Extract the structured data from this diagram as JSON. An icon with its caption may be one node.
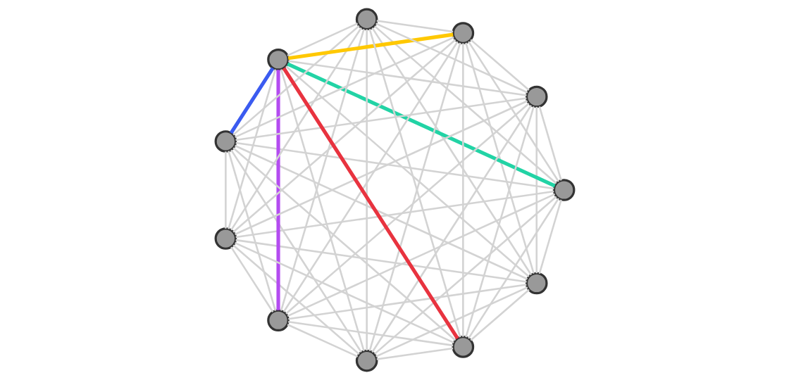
{
  "diagram": {
    "nodes": [
      {
        "text": [],
        "shape": "circle"
      },
      {
        "text": [],
        "shape": "circle"
      },
      {
        "text": [],
        "shape": "circle"
      },
      {
        "text": [],
        "shape": "circle"
      },
      {
        "text": [],
        "shape": "circle"
      },
      {
        "text": [],
        "shape": "circle"
      },
      {
        "text": [],
        "shape": "circle"
      },
      {
        "text": [],
        "shape": "circle"
      },
      {
        "text": [],
        "shape": "circle"
      },
      {
        "text": [],
        "shape": "circle"
      },
      {
        "text": [],
        "shape": "circle"
      }
    ],
    "edges": [
      {
        "from": 0,
        "to": 1,
        "arrow": "none"
      },
      {
        "from": 0,
        "to": 2,
        "arrow": "none"
      },
      {
        "from": 0,
        "to": 3,
        "arrow": "none"
      },
      {
        "from": 0,
        "to": 4,
        "arrow": "none"
      },
      {
        "from": 0,
        "to": 5,
        "arrow": "none"
      },
      {
        "from": 0,
        "to": 6,
        "arrow": "none"
      },
      {
        "from": 0,
        "to": 7,
        "arrow": "none"
      },
      {
        "from": 0,
        "to": 8,
        "arrow": "none"
      },
      {
        "from": 0,
        "to": 9,
        "arrow": "none"
      },
      {
        "from": 0,
        "to": 10,
        "arrow": "none"
      },
      {
        "from": 1,
        "to": 2,
        "arrow": "none"
      },
      {
        "from": 1,
        "to": 3,
        "arrow": "none"
      },
      {
        "from": 1,
        "to": 4,
        "arrow": "none"
      },
      {
        "from": 1,
        "to": 5,
        "arrow": "none"
      },
      {
        "from": 1,
        "to": 6,
        "arrow": "none",
        "style": "thick",
        "color": "#22d3a5"
      },
      {
        "from": 1,
        "to": 7,
        "arrow": "none"
      },
      {
        "from": 1,
        "to": 8,
        "arrow": "none"
      },
      {
        "from": 1,
        "to": 9,
        "arrow": "none"
      },
      {
        "from": 1,
        "to": 10,
        "arrow": "none"
      },
      {
        "from": 2,
        "to": 3,
        "arrow": "none"
      },
      {
        "from": 2,
        "to": 4,
        "arrow": "none"
      },
      {
        "from": 2,
        "to": 5,
        "arrow": "none"
      },
      {
        "from": 2,
        "to": 6,
        "arrow": "none"
      },
      {
        "from": 2,
        "to": 7,
        "arrow": "none"
      },
      {
        "from": 2,
        "to": 8,
        "arrow": "none"
      },
      {
        "from": 2,
        "to": 9,
        "arrow": "none"
      },
      {
        "from": 2,
        "to": 10,
        "arrow": "none"
      },
      {
        "from": 3,
        "to": 4,
        "arrow": "none"
      },
      {
        "from": 3,
        "to": 5,
        "arrow": "none"
      },
      {
        "from": 3,
        "to": 6,
        "arrow": "none",
        "style": "thick",
        "color": "#b44cf0"
      },
      {
        "from": 3,
        "to": 7,
        "arrow": "none"
      },
      {
        "from": 3,
        "to": 8,
        "arrow": "none"
      },
      {
        "from": 3,
        "to": 9,
        "arrow": "none"
      },
      {
        "from": 3,
        "to": 10,
        "arrow": "none"
      },
      {
        "from": 4,
        "to": 5,
        "arrow": "none"
      },
      {
        "from": 4,
        "to": 6,
        "arrow": "none"
      },
      {
        "from": 4,
        "to": 7,
        "arrow": "none"
      },
      {
        "from": 4,
        "to": 8,
        "arrow": "none"
      },
      {
        "from": 4,
        "to": 9,
        "arrow": "none"
      },
      {
        "from": 4,
        "to": 10,
        "arrow": "none"
      },
      {
        "from": 5,
        "to": 6,
        "arrow": "none",
        "style": "thick",
        "color": "#3b5bf0"
      },
      {
        "from": 5,
        "to": 7,
        "arrow": "none"
      },
      {
        "from": 5,
        "to": 8,
        "arrow": "none"
      },
      {
        "from": 5,
        "to": 9,
        "arrow": "none"
      },
      {
        "from": 5,
        "to": 10,
        "arrow": "none"
      },
      {
        "from": 6,
        "to": 7,
        "arrow": "none"
      },
      {
        "from": 6,
        "to": 8,
        "arrow": "none",
        "style": "thick",
        "color": "#ffc800"
      },
      {
        "from": 6,
        "to": 9,
        "arrow": "none"
      },
      {
        "from": 6,
        "to": 10,
        "arrow": "none",
        "style": "thick",
        "color": "#e8333f"
      },
      {
        "from": 7,
        "to": 8,
        "arrow": "none"
      },
      {
        "from": 7,
        "to": 9,
        "arrow": "none"
      },
      {
        "from": 7,
        "to": 10,
        "arrow": "none"
      },
      {
        "from": 8,
        "to": 9,
        "arrow": "none"
      },
      {
        "from": 8,
        "to": 10,
        "arrow": "none"
      },
      {
        "from": 9,
        "to": 10,
        "arrow": "none"
      }
    ]
  }
}
